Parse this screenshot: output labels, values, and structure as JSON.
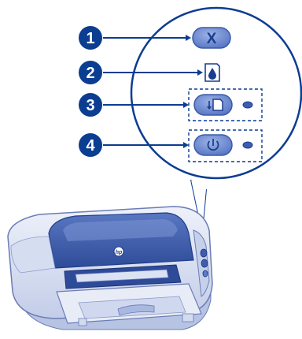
{
  "callouts": [
    {
      "number": "1",
      "control": "cancel-button",
      "glyph": "X"
    },
    {
      "number": "2",
      "control": "ink-cartridge-status-light"
    },
    {
      "number": "3",
      "control": "resume-button",
      "has_status_light": true
    },
    {
      "number": "4",
      "control": "power-button",
      "has_status_light": true
    }
  ],
  "printer": {
    "logo_text": "hp"
  },
  "colors": {
    "navy": "#0b3d91",
    "button_blue": "#6f8fd4",
    "button_dark": "#3b5aa8",
    "printer_body": "#dfe5f4",
    "printer_shadow": "#8c9bc9",
    "light_indicator": "#3f5db0"
  }
}
